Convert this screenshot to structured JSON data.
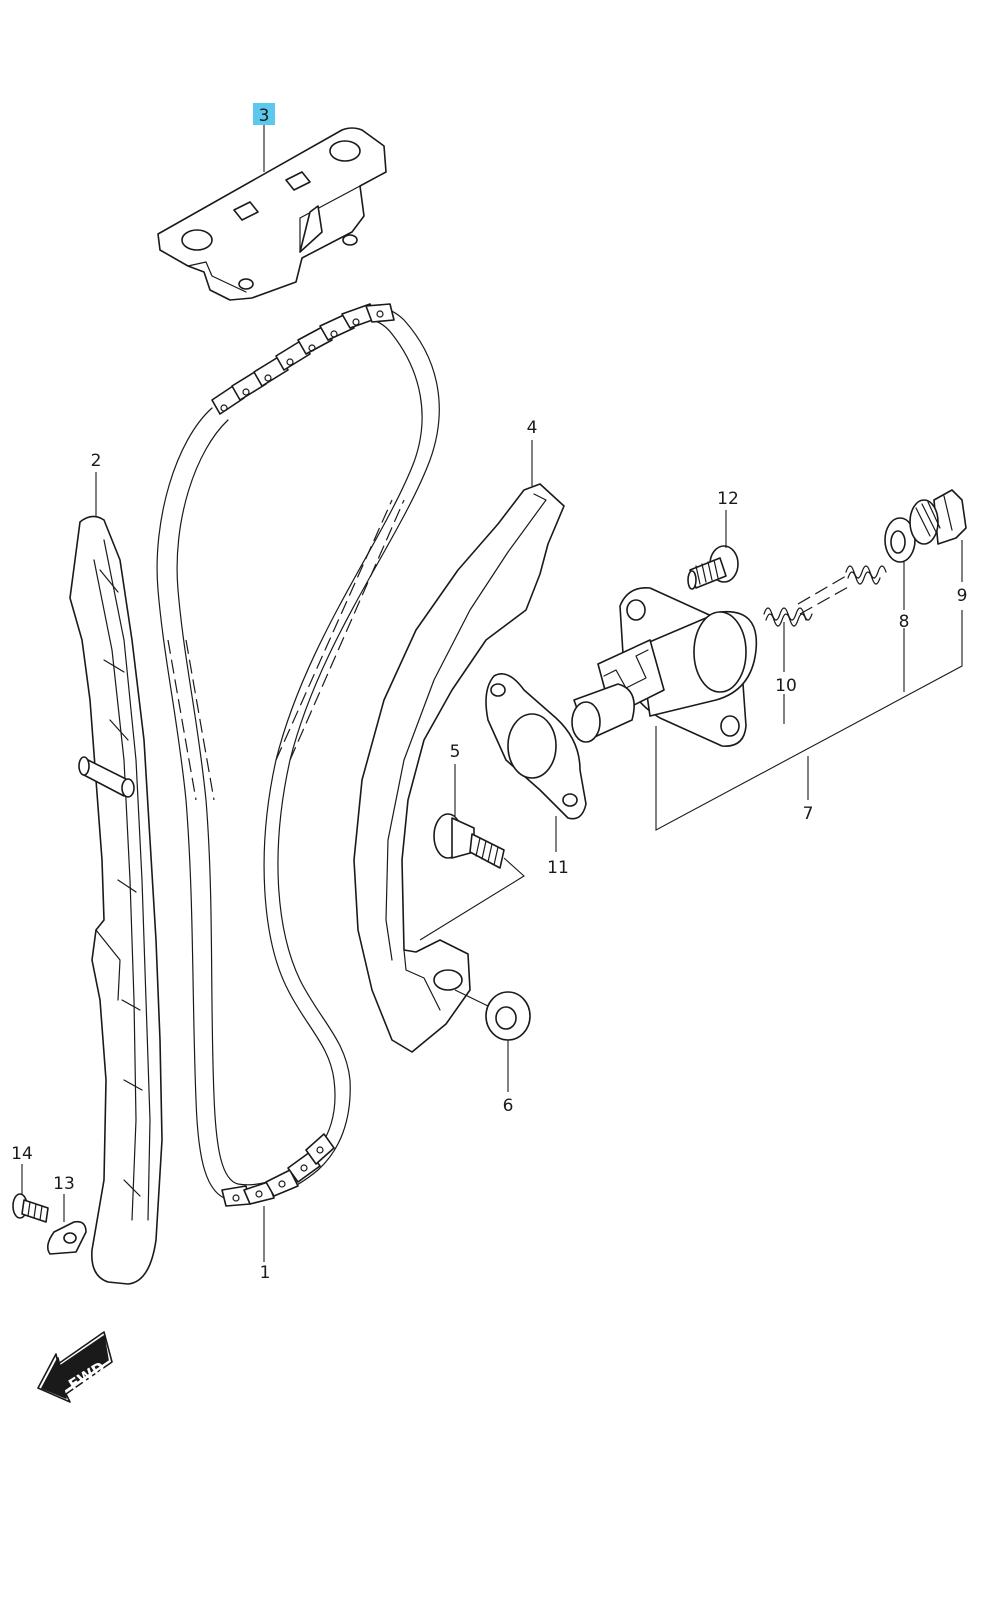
{
  "colors": {
    "line": "#1a1a1a",
    "highlight": "#5bc8ee",
    "background": "#ffffff"
  },
  "highlighted_part": "3",
  "callouts": [
    {
      "id": "c1",
      "label": "1"
    },
    {
      "id": "c2",
      "label": "2"
    },
    {
      "id": "c3",
      "label": "3"
    },
    {
      "id": "c4",
      "label": "4"
    },
    {
      "id": "c5",
      "label": "5"
    },
    {
      "id": "c6",
      "label": "6"
    },
    {
      "id": "c7",
      "label": "7"
    },
    {
      "id": "c8",
      "label": "8"
    },
    {
      "id": "c9",
      "label": "9"
    },
    {
      "id": "c10",
      "label": "10"
    },
    {
      "id": "c11",
      "label": "11"
    },
    {
      "id": "c12",
      "label": "12"
    },
    {
      "id": "c13",
      "label": "13"
    },
    {
      "id": "c14",
      "label": "14"
    }
  ],
  "direction_arrow": {
    "label": "FWD",
    "icon": "forward-arrow-icon"
  }
}
